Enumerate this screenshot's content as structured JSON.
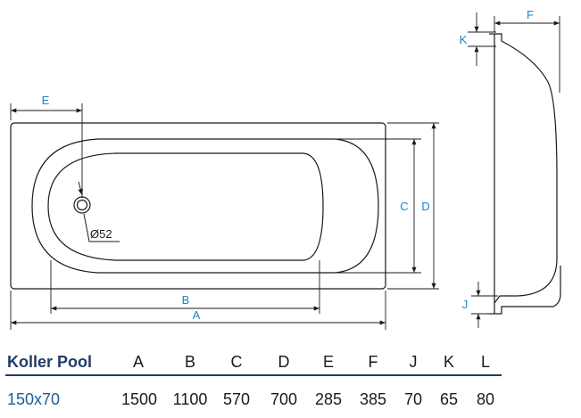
{
  "diagram": {
    "dimension_labels": {
      "A": "A",
      "B": "B",
      "C": "C",
      "D": "D",
      "E": "E",
      "F": "F",
      "J": "J",
      "K": "K"
    },
    "drain_label": "Ø52",
    "colors": {
      "dimension": "#1a86c8",
      "outline": "#1a1a1a",
      "brand": "#1f3d66"
    }
  },
  "table": {
    "brand": "Koller Pool",
    "headers": [
      "A",
      "B",
      "C",
      "D",
      "E",
      "F",
      "J",
      "K",
      "L"
    ],
    "model": "150x70",
    "values": [
      "1500",
      "1100",
      "570",
      "700",
      "285",
      "385",
      "70",
      "65",
      "80"
    ]
  }
}
